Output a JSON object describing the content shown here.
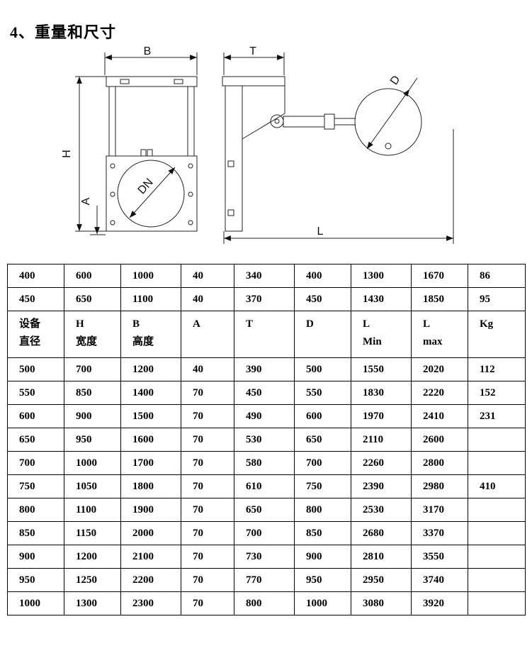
{
  "page": {
    "title": "4、重量和尺寸"
  },
  "drawing": {
    "front_view": {
      "width_label": "B",
      "height_label": "H",
      "a_label": "A",
      "dn_label": "DN"
    },
    "side_view": {
      "t_label": "T",
      "d_label": "D",
      "l_label": "L"
    }
  },
  "table": {
    "header_row_index": 2,
    "rows": [
      [
        "400",
        "600",
        "1000",
        "40",
        "340",
        "400",
        "1300",
        "1670",
        "86"
      ],
      [
        "450",
        "650",
        "1100",
        "40",
        "370",
        "450",
        "1430",
        "1850",
        "95"
      ],
      [
        "设备\n直径",
        "H\n宽度",
        "B\n高度",
        "A",
        "T",
        "D",
        "L\nMin",
        "L\nmax",
        "Kg"
      ],
      [
        "500",
        "700",
        "1200",
        "40",
        "390",
        "500",
        "1550",
        "2020",
        "112"
      ],
      [
        "550",
        "850",
        "1400",
        "70",
        "450",
        "550",
        "1830",
        "2220",
        "152"
      ],
      [
        "600",
        "900",
        "1500",
        "70",
        "490",
        "600",
        "1970",
        "2410",
        "231"
      ],
      [
        "650",
        "950",
        "1600",
        "70",
        "530",
        "650",
        "2110",
        "2600",
        ""
      ],
      [
        "700",
        "1000",
        "1700",
        "70",
        "580",
        "700",
        "2260",
        "2800",
        ""
      ],
      [
        "750",
        "1050",
        "1800",
        "70",
        "610",
        "750",
        "2390",
        "2980",
        "410"
      ],
      [
        "800",
        "1100",
        "1900",
        "70",
        "650",
        "800",
        "2530",
        "3170",
        ""
      ],
      [
        "850",
        "1150",
        "2000",
        "70",
        "700",
        "850",
        "2680",
        "3370",
        ""
      ],
      [
        "900",
        "1200",
        "2100",
        "70",
        "730",
        "900",
        "2810",
        "3550",
        ""
      ],
      [
        "950",
        "1250",
        "2200",
        "70",
        "770",
        "950",
        "2950",
        "3740",
        ""
      ],
      [
        "1000",
        "1300",
        "2300",
        "70",
        "800",
        "1000",
        "3080",
        "3920",
        ""
      ]
    ]
  }
}
